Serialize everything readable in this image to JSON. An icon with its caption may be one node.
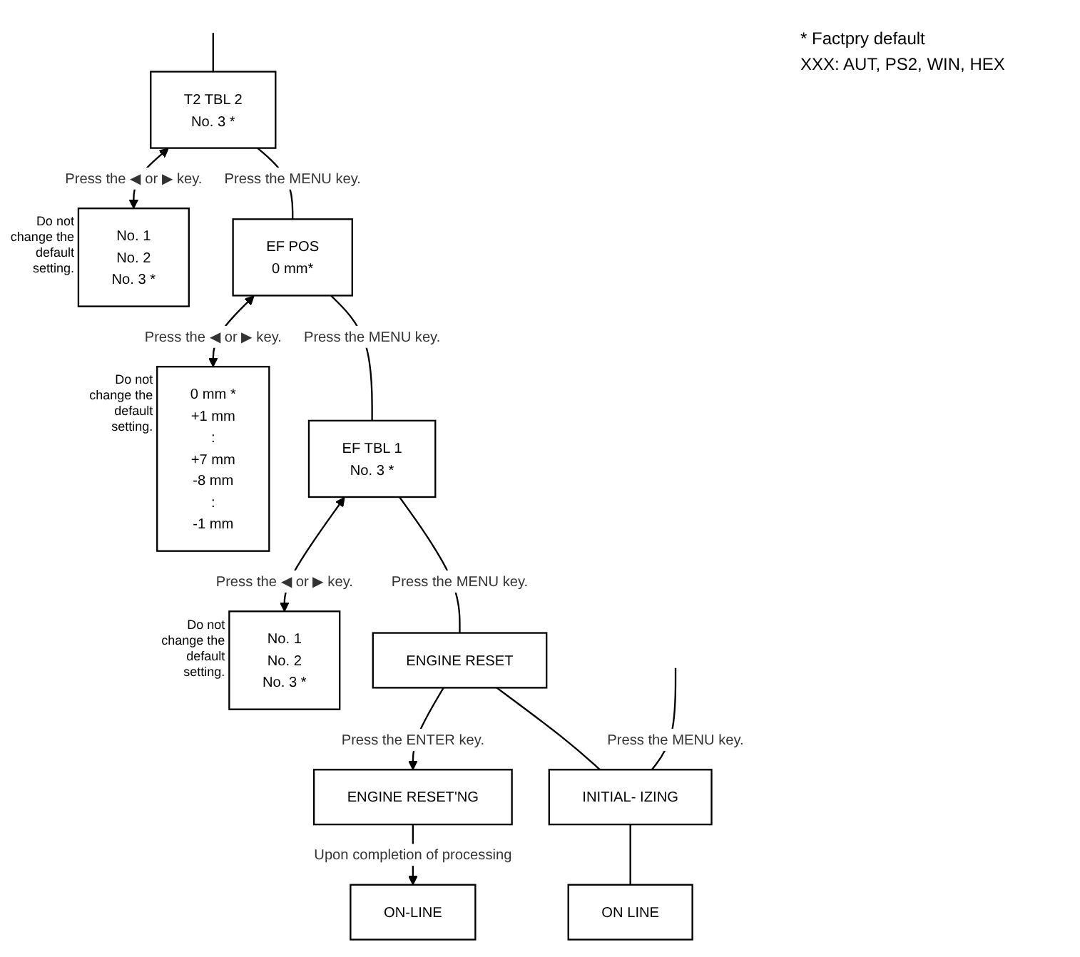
{
  "diagram": {
    "nodes": [
      {
        "text": [
          "T2 TBL 2",
          "No. 3 *"
        ]
      },
      {
        "text": [
          "No. 1",
          "No. 2",
          "No. 3 *"
        ],
        "beside": [
          "Do not change the default setting."
        ]
      },
      {
        "text": [
          "EF POS",
          "0 mm*"
        ]
      },
      {
        "text": [
          "0 mm *",
          "+1 mm",
          ":",
          "+7 mm",
          "-8 mm",
          ":",
          "-1 mm"
        ],
        "beside": [
          "Do not change the default setting."
        ]
      },
      {
        "text": [
          "EF TBL 1",
          "No. 3 *"
        ]
      },
      {
        "text": [
          "No. 1",
          "No. 2",
          "No. 3 *"
        ],
        "beside": [
          "Do not change the default setting."
        ]
      },
      {
        "text": [
          "ENGINE RESET"
        ]
      },
      {
        "text": [
          "ENGINE RESET'NG"
        ]
      },
      {
        "text": [
          "ON-LINE"
        ]
      },
      {
        "text": [
          "INITIAL- IZING"
        ]
      },
      {
        "text": [
          "ON LINE"
        ]
      }
    ],
    "edges": [
      {
        "from": null,
        "to": 0,
        "arrow": "none"
      },
      {
        "from": 0,
        "to": 1,
        "arrow": "both",
        "label": "Press the ◀ or ▶ key."
      },
      {
        "from": 0,
        "to": 2,
        "arrow": "none",
        "label": "Press the MENU key."
      },
      {
        "from": 2,
        "to": 3,
        "arrow": "both",
        "label": "Press the ◀ or ▶ key."
      },
      {
        "from": 2,
        "to": 4,
        "arrow": "none",
        "label": "Press the MENU key."
      },
      {
        "from": 4,
        "to": 5,
        "arrow": "both",
        "label": "Press the ◀ or ▶ key."
      },
      {
        "from": 4,
        "to": 6,
        "arrow": "none",
        "label": "Press the MENU key."
      },
      {
        "from": 6,
        "to": 7,
        "arrow": "to",
        "label": "Press the ENTER key."
      },
      {
        "from": 7,
        "to": 8,
        "arrow": "to",
        "label": "Upon completion of processing"
      },
      {
        "from": 6,
        "to": 9,
        "arrow": "none"
      },
      {
        "from": null,
        "to": 9,
        "arrow": "none",
        "label": "Press the MENU key."
      },
      {
        "from": 9,
        "to": 10,
        "arrow": "none"
      }
    ],
    "labels": [
      "* Factpry default",
      "XXX: AUT, PS2, WIN, HEX"
    ]
  }
}
